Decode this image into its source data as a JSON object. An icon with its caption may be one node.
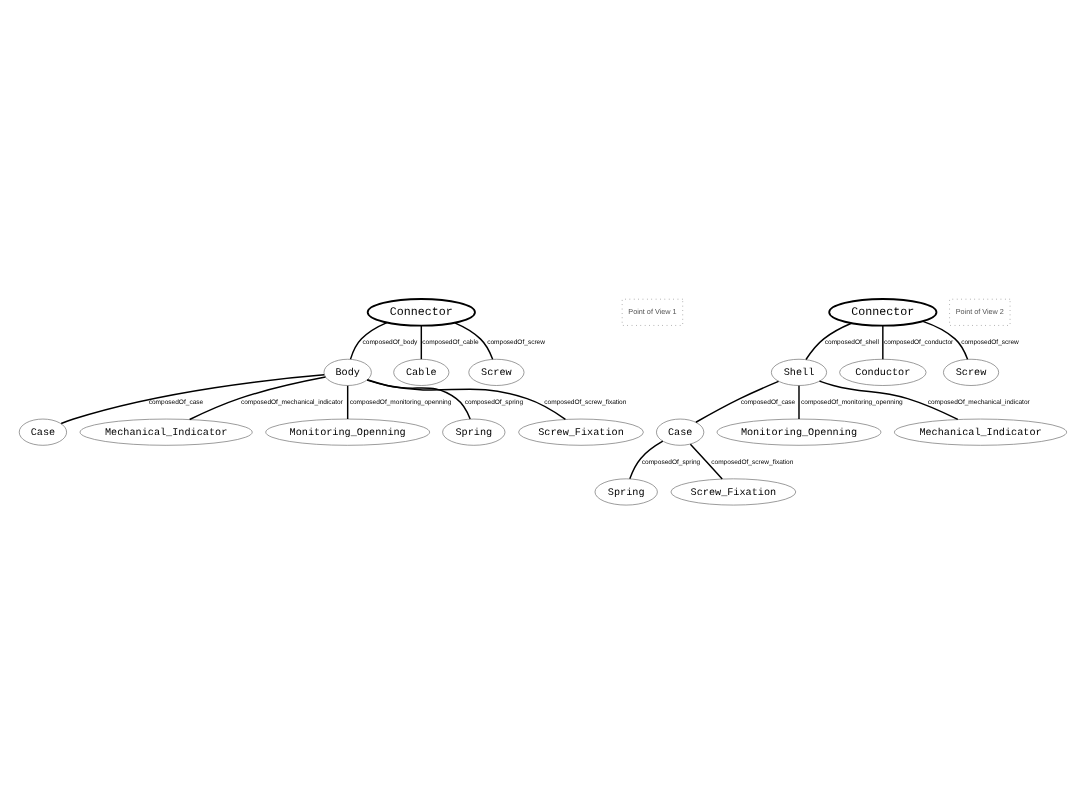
{
  "diagram": {
    "nodes": [
      {
        "text": [
          "Connector"
        ]
      },
      {
        "text": [
          "Body"
        ]
      },
      {
        "text": [
          "Case"
        ]
      },
      {
        "text": [
          "Cable"
        ]
      },
      {
        "text": [
          "Screw"
        ]
      },
      {
        "text": [
          "Point of View 1"
        ]
      },
      {
        "text": [
          "Mechanical_Indicator"
        ]
      },
      {
        "text": [
          "Monitoring_Openning"
        ]
      },
      {
        "text": [
          "Spring"
        ]
      },
      {
        "text": [
          "Screw_Fixation"
        ]
      },
      {
        "text": [
          "Connector"
        ]
      },
      {
        "text": [
          "Point of View 2"
        ]
      },
      {
        "text": [
          "Shell"
        ]
      },
      {
        "text": [
          "Case"
        ]
      },
      {
        "text": [
          "Conductor"
        ]
      },
      {
        "text": [
          "Screw"
        ]
      },
      {
        "text": [
          "Spring"
        ]
      },
      {
        "text": [
          "Monitoring_Openning"
        ]
      },
      {
        "text": [
          "Mechanical_Indicator"
        ]
      },
      {
        "text": [
          "Screw_Fixation"
        ]
      }
    ],
    "edges": [
      {
        "from": 0,
        "to": 1,
        "arrow": "none",
        "label": "composedOf_body"
      },
      {
        "from": 0,
        "to": 3,
        "arrow": "none",
        "label": "composedOf_cable"
      },
      {
        "from": 0,
        "to": 4,
        "arrow": "none",
        "label": "composedOf_screw"
      },
      {
        "from": 1,
        "to": 2,
        "arrow": "none",
        "label": "composedOf_case"
      },
      {
        "from": 1,
        "to": 6,
        "arrow": "none",
        "label": "composedOf_mechanical_indicator"
      },
      {
        "from": 1,
        "to": 7,
        "arrow": "none",
        "label": "composedOf_monitoring_openning"
      },
      {
        "from": 1,
        "to": 9,
        "arrow": "none",
        "label": "composedOf_screw_fixation"
      },
      {
        "from": 1,
        "to": 8,
        "arrow": "none",
        "label": "composedOf_spring"
      },
      {
        "from": 10,
        "to": 12,
        "arrow": "none",
        "label": "composedOf_shell"
      },
      {
        "from": 10,
        "to": 14,
        "arrow": "none",
        "label": "composedOf_conductor"
      },
      {
        "from": 10,
        "to": 15,
        "arrow": "none",
        "label": "composedOf_screw"
      },
      {
        "from": 12,
        "to": 13,
        "arrow": "none",
        "label": "composedOf_case"
      },
      {
        "from": 13,
        "to": 16,
        "arrow": "none",
        "label": "composedOf_spring"
      },
      {
        "from": 13,
        "to": 19,
        "arrow": "none",
        "label": "composedOf_screw_fixation"
      },
      {
        "from": 12,
        "to": 17,
        "arrow": "none",
        "label": "composedOf_monitoring_openning"
      },
      {
        "from": 12,
        "to": 18,
        "arrow": "none",
        "label": "composedOf_mechanical_indicator"
      }
    ]
  }
}
